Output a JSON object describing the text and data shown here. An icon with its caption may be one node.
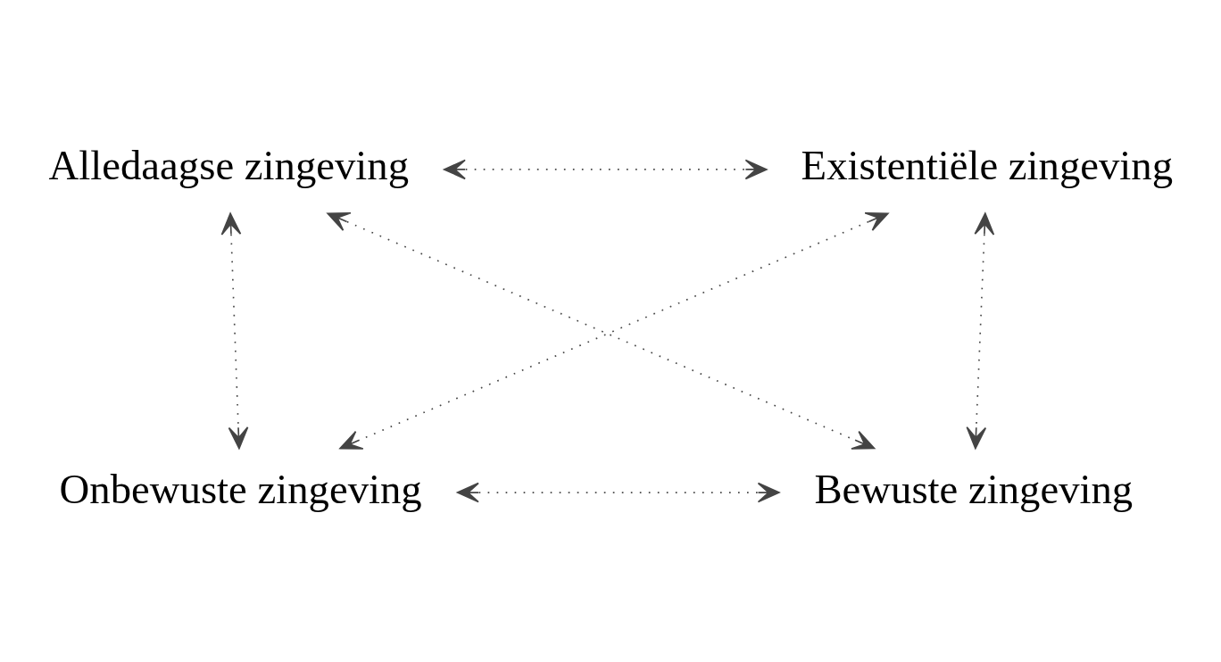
{
  "diagram": {
    "nodes": [
      {
        "text": [
          "Alledaagse zingeving"
        ]
      },
      {
        "text": [
          "Existentiële zingeving"
        ]
      },
      {
        "text": [
          "Onbewuste zingeving"
        ]
      },
      {
        "text": [
          "Bewuste zingeving"
        ]
      }
    ],
    "edges": [
      {
        "from": 0,
        "to": 1,
        "arrow": "both",
        "style": "dashed"
      },
      {
        "from": 0,
        "to": 2,
        "arrow": "both",
        "style": "dashed"
      },
      {
        "from": 1,
        "to": 3,
        "arrow": "both",
        "style": "dashed"
      },
      {
        "from": 0,
        "to": 3,
        "arrow": "both",
        "style": "dashed"
      },
      {
        "from": 1,
        "to": 2,
        "arrow": "both",
        "style": "dashed"
      },
      {
        "from": 2,
        "to": 3,
        "arrow": "both",
        "style": "dashed"
      }
    ]
  }
}
